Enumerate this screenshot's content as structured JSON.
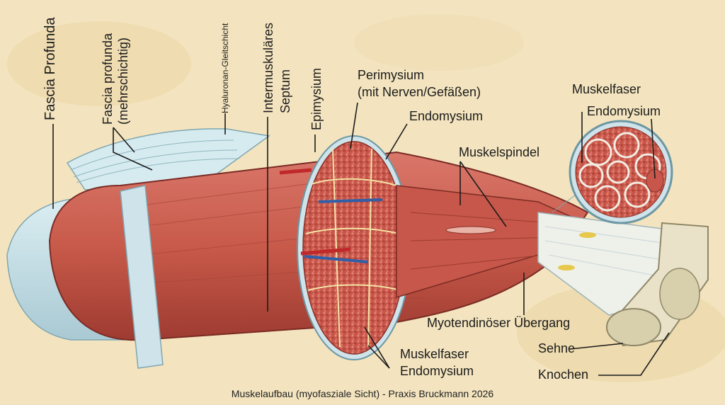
{
  "caption": "Muskelaufbau (myofasziale Sicht) - Praxis Bruckmann 2026",
  "labels": {
    "fascia_profunda": "Fascia Profunda",
    "fascia_profunda_multi_1": "Fascia profunda",
    "fascia_profunda_multi_2": "(mehrschichtig)",
    "hyaluronan": "Hyaluronan-Gleitschicht",
    "intermuskulaer_1": "Intermuskuläres",
    "intermuskulaer_2": "Septum",
    "epimysium": "Epimysium",
    "perimysium_1": "Perimysium",
    "perimysium_2": "(mit Nerven/Gefäßen)",
    "endomysium_top": "Endomysium",
    "muskelspindel": "Muskelspindel",
    "muskelfaser_inset": "Muskelfaser",
    "endomysium_inset": "Endomysium",
    "myotendinoes": "Myotendinöser Übergang",
    "sehne": "Sehne",
    "knochen": "Knochen",
    "muskelfaser_bottom": "Muskelfaser",
    "endomysium_bottom": "Endomysium"
  },
  "colors": {
    "parchment": "#f3e4bf",
    "muscle": "#c85a4a",
    "muscle_dark": "#9e3b31",
    "fascia": "#c9e0e6",
    "tendon": "#eef0ea",
    "bone": "#e9e2c8",
    "artery": "#c0282a",
    "vein": "#2f5fa8",
    "nerve": "#e1c14a"
  }
}
